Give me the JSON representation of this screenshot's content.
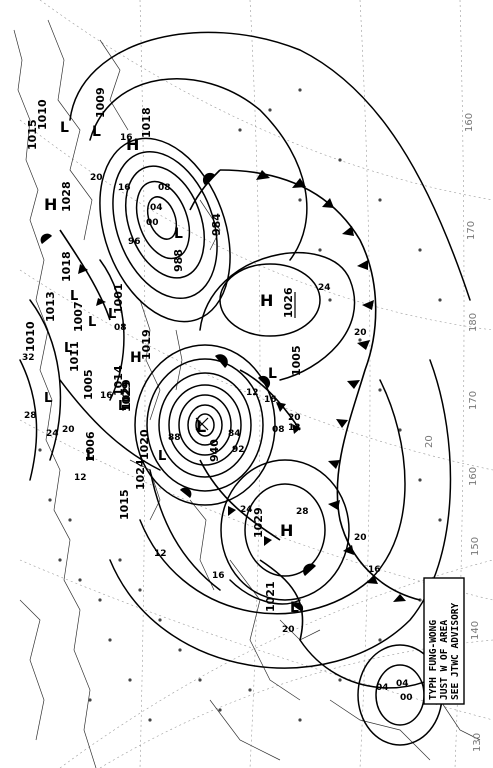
{
  "map": {
    "grid_labels": [
      "130",
      "140",
      "150",
      "160",
      "170",
      "180",
      "170",
      "160",
      "20"
    ],
    "advisory": [
      "TYPH FUNG-WONG",
      "JUST W OF AREA",
      "SEE JTWC ADVISORY"
    ],
    "pressure_centers": [
      {
        "type": "H",
        "value": "1026"
      },
      {
        "type": "H",
        "value": "1029"
      },
      {
        "type": "H",
        "value": "1018"
      },
      {
        "type": "H",
        "value": "1028"
      },
      {
        "type": "H",
        "value": "1029"
      },
      {
        "type": "L",
        "value": "984"
      },
      {
        "type": "L",
        "value": "988"
      },
      {
        "type": "L",
        "value": "940"
      },
      {
        "type": "L",
        "value": "1005"
      },
      {
        "type": "L",
        "value": "1021"
      },
      {
        "type": "L",
        "value": "1009"
      },
      {
        "type": "L",
        "value": "1010"
      },
      {
        "type": "L",
        "value": "1015"
      },
      {
        "type": "L",
        "value": "1020"
      },
      {
        "type": "L",
        "value": "1029"
      },
      {
        "type": "L",
        "value": "1006"
      },
      {
        "type": "L",
        "value": "1013"
      },
      {
        "type": "L",
        "value": "1007"
      },
      {
        "type": "L",
        "value": "1001"
      },
      {
        "type": "L",
        "value": "1019"
      },
      {
        "type": "L",
        "value": "1014"
      },
      {
        "type": "L",
        "value": "1018"
      },
      {
        "type": "L",
        "value": "1010"
      },
      {
        "type": "L",
        "value": "1011"
      },
      {
        "type": "L",
        "value": "1005"
      },
      {
        "type": "L",
        "value": "1015"
      },
      {
        "type": "L",
        "value": "1024"
      }
    ],
    "isobar_labels": [
      "16",
      "24",
      "20",
      "20",
      "16",
      "12",
      "08",
      "04",
      "00",
      "96",
      "92",
      "88",
      "84",
      "08",
      "12",
      "16",
      "20",
      "24",
      "28",
      "20",
      "16",
      "12",
      "00",
      "04",
      "08",
      "12",
      "16",
      "20",
      "24",
      "28",
      "32",
      "20",
      "16",
      "04"
    ]
  }
}
